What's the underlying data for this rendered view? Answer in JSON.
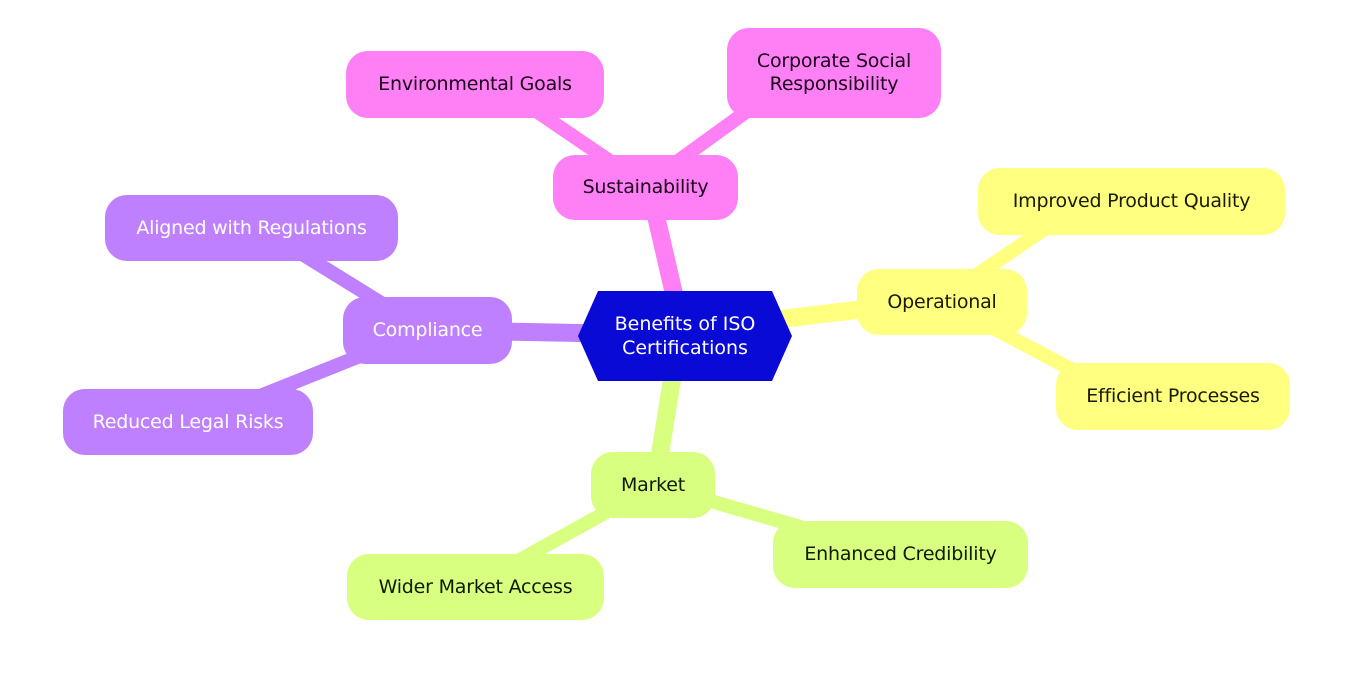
{
  "root": {
    "label_line1": "Benefits of ISO",
    "label_line2": "Certifications",
    "color": "#0a0ad6",
    "text_color": "#ffffff"
  },
  "branches": [
    {
      "id": "sustainability",
      "label": "Sustainability",
      "color": "#ff80f4",
      "text_color": "#1a001a",
      "children": [
        {
          "label": "Environmental Goals"
        },
        {
          "label_line1": "Corporate Social",
          "label_line2": "Responsibility"
        }
      ]
    },
    {
      "id": "operational",
      "label": "Operational",
      "color": "#ffff80",
      "text_color": "#1a1a00",
      "children": [
        {
          "label": "Improved Product Quality"
        },
        {
          "label": "Efficient Processes"
        }
      ]
    },
    {
      "id": "market",
      "label": "Market",
      "color": "#d9ff80",
      "text_color": "#0f1a00",
      "children": [
        {
          "label": "Wider Market Access"
        },
        {
          "label": "Enhanced Credibility"
        }
      ]
    },
    {
      "id": "compliance",
      "label": "Compliance",
      "color": "#bf80ff",
      "text_color": "#ffffff",
      "children": [
        {
          "label": "Aligned with Regulations"
        },
        {
          "label": "Reduced Legal Risks"
        }
      ]
    }
  ]
}
